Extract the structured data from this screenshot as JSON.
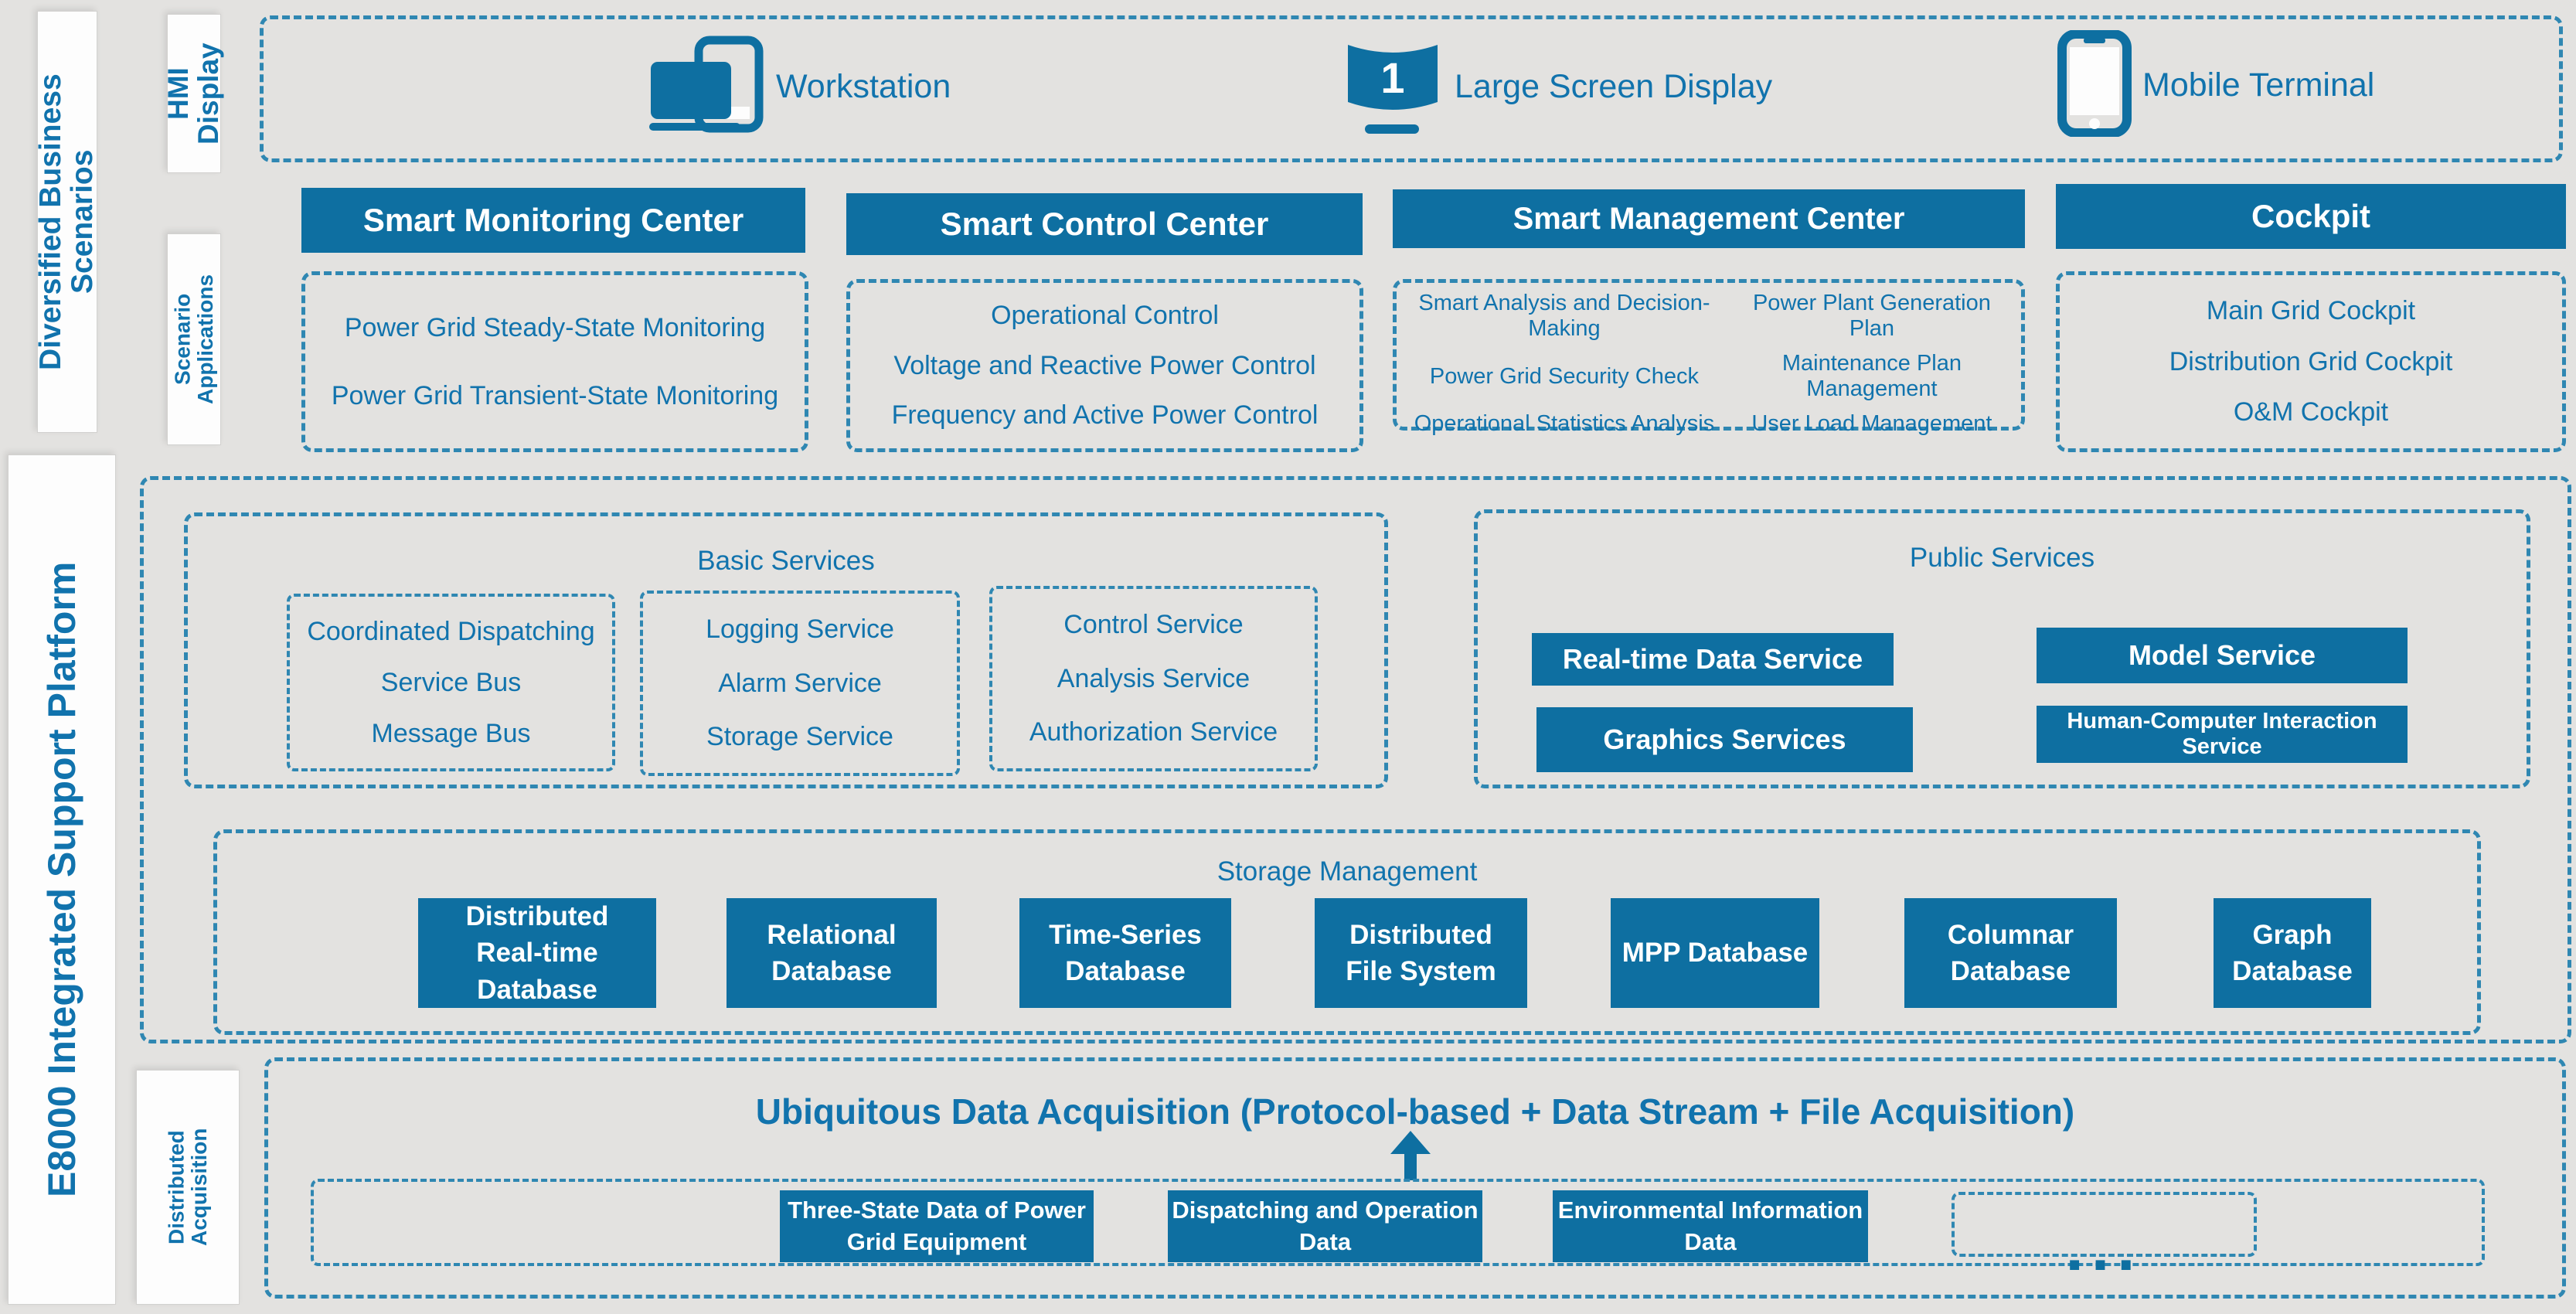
{
  "sidebar": {
    "diversified_business_scenarios": "Diversified Business Scenarios",
    "hmi_display": "HMI Display",
    "scenario_applications": "Scenario Applications",
    "e8000_platform": "E8000 Integrated Support Platform",
    "distributed_acquisition": "Distributed Acquisition"
  },
  "hmi_row": {
    "devices": [
      {
        "icon": "workstation-icon",
        "label": "Workstation"
      },
      {
        "icon": "large-screen-icon",
        "icon_text": "1",
        "label": "Large Screen Display"
      },
      {
        "icon": "mobile-terminal-icon",
        "label": "Mobile Terminal"
      }
    ]
  },
  "centers": [
    {
      "title": "Smart Monitoring Center",
      "items": [
        "Power Grid Steady-State Monitoring",
        "Power Grid Transient-State Monitoring"
      ]
    },
    {
      "title": "Smart Control Center",
      "items": [
        "Operational Control",
        "Voltage and Reactive Power Control",
        "Frequency and Active Power Control"
      ]
    },
    {
      "title": "Smart Management Center",
      "items_left": [
        "Smart Analysis and Decision-Making",
        "Power Grid Security Check",
        "Operational Statistics Analysis"
      ],
      "items_right": [
        "Power Plant Generation Plan",
        "Maintenance Plan Management",
        "User Load Management"
      ]
    },
    {
      "title": "Cockpit",
      "items": [
        "Main Grid Cockpit",
        "Distribution Grid Cockpit",
        "O&M Cockpit"
      ]
    }
  ],
  "platform": {
    "basic_services": {
      "title": "Basic Services",
      "groups": [
        [
          "Coordinated Dispatching",
          "Service Bus",
          "Message Bus"
        ],
        [
          "Logging Service",
          "Alarm Service",
          "Storage Service"
        ],
        [
          "Control Service",
          "Analysis Service",
          "Authorization Service"
        ]
      ]
    },
    "public_services": {
      "title": "Public Services",
      "services": [
        "Real-time Data Service",
        "Model Service",
        "Graphics Services",
        "Human-Computer Interaction Service"
      ]
    },
    "storage": {
      "title": "Storage Management",
      "databases": [
        "Distributed Real-time Database",
        "Relational Database",
        "Time-Series Database",
        "Distributed File System",
        "MPP Database",
        "Columnar Database",
        "Graph Database"
      ]
    }
  },
  "acquisition": {
    "title": "Ubiquitous Data Acquisition (Protocol-based + Data Stream + File Acquisition)",
    "sources": [
      "Three-State Data of Power Grid Equipment",
      "Dispatching and Operation Data",
      "Environmental Information Data"
    ],
    "ellipsis": "..."
  },
  "colors": {
    "accent": "#0E6FA1",
    "dashed_border": "#2F87B2",
    "text_blue": "#1173AD",
    "background": "#e3e2e0"
  }
}
